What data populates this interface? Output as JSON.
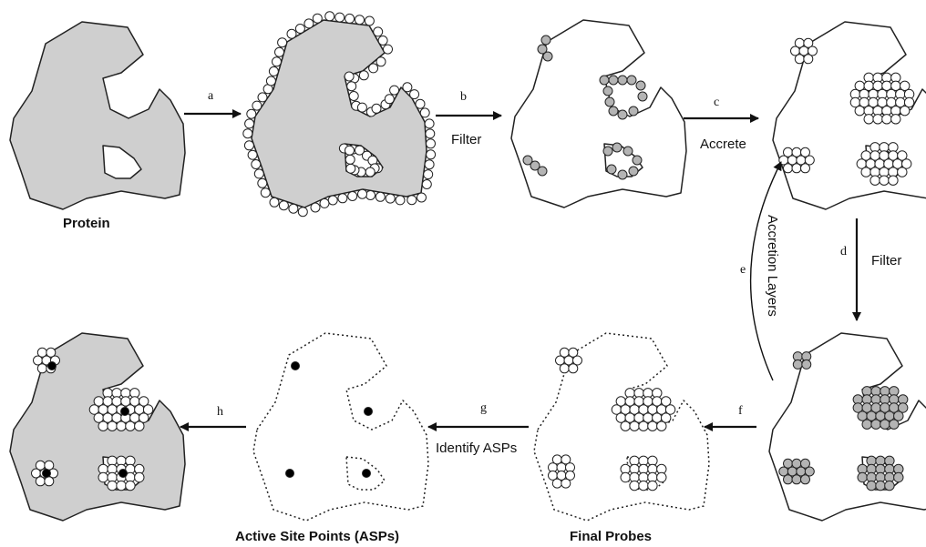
{
  "labels": {
    "protein": "Protein",
    "final_probes": "Final Probes",
    "asps": "Active Site Points (ASPs)"
  },
  "steps": {
    "a": {
      "letter": "a",
      "text": ""
    },
    "b": {
      "letter": "b",
      "text": "Filter"
    },
    "c": {
      "letter": "c",
      "text": "Accrete"
    },
    "d": {
      "letter": "d",
      "text": "Filter"
    },
    "e": {
      "letter": "e",
      "text": "Accretion Layers"
    },
    "f": {
      "letter": "f",
      "text": ""
    },
    "g": {
      "letter": "g",
      "text": "Identify ASPs"
    },
    "h": {
      "letter": "h",
      "text": ""
    }
  },
  "colors": {
    "protein_fill": "#cfcfcf",
    "probe_fill": "#ffffff",
    "filtered_probe_fill": "#b4b4b4",
    "asp_fill": "#000000",
    "outline": "#222222"
  }
}
